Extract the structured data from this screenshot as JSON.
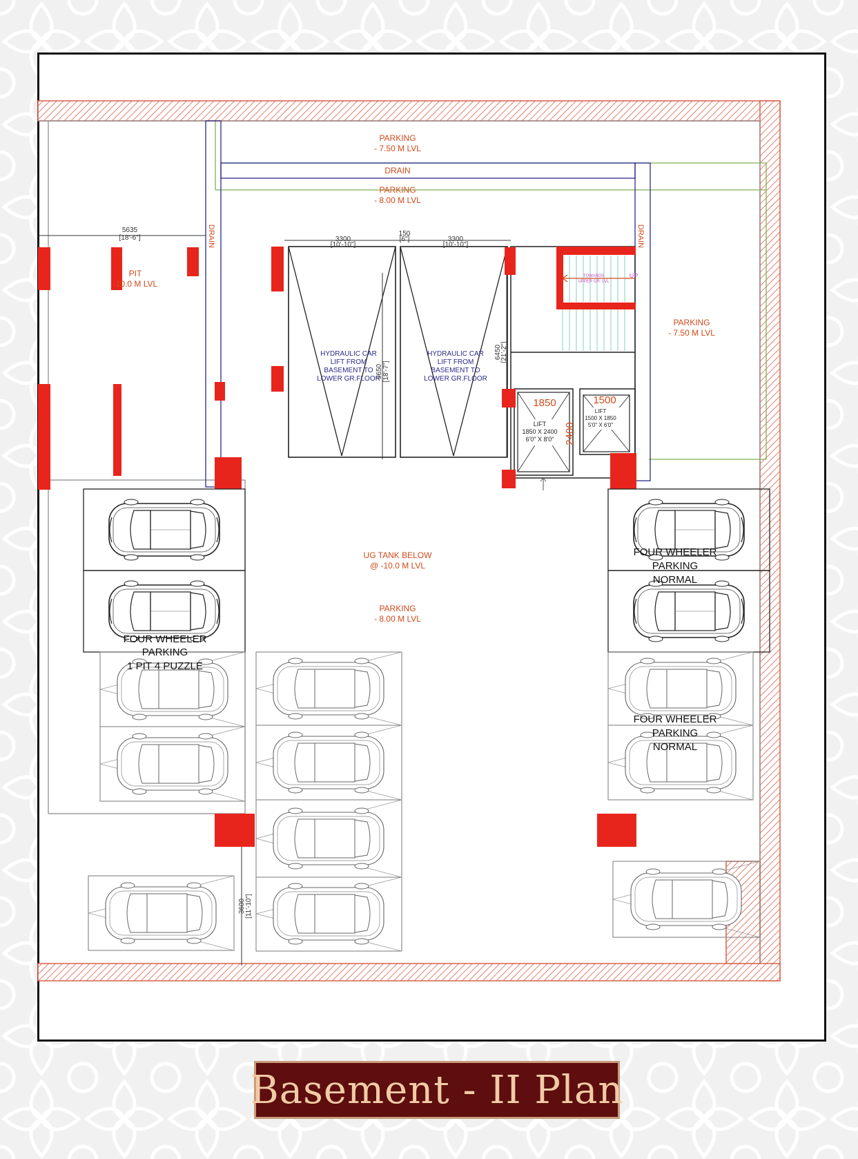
{
  "title": "Basement - II Plan",
  "colors": {
    "brand_maroon": "#5e0e0e",
    "title_text": "#f1cba6",
    "column_red": "#e8251c",
    "wall_hatch": "#d9604a",
    "label_orange": "#d04a1a",
    "label_navy": "#2a2a8a",
    "dim_pink": "#c050c0",
    "line_green": "#7fb04f"
  },
  "labels": {
    "parking_top": [
      "PARKING",
      "- 7.50 M LVL"
    ],
    "drain_h": "DRAIN",
    "parking_top2": [
      "PARKING",
      "- 8.00 M LVL"
    ],
    "drain_left": "DRAIN",
    "drain_right": "DRAIN",
    "pit": [
      "PIT",
      "-10.0 M LVL"
    ],
    "parking_right": [
      "PARKING",
      "- 7.50 M LVL"
    ],
    "hyd_lift_1": [
      "HYDRAULIC CAR",
      "LIFT FROM",
      "BASEMENT TO",
      "LOWER GR.FLOOR"
    ],
    "hyd_lift_2": [
      "HYDRAULIC CAR",
      "LIFT FROM",
      "BASEMENT TO",
      "LOWER GR.FLOOR"
    ],
    "ug_tank": [
      "UG TANK BELOW",
      "@ -10.0 M LVL"
    ],
    "parking_center": [
      "PARKING",
      "- 8.00 M LVL"
    ],
    "puzzle_parking": [
      "FOUR WHEELER",
      "PARKING",
      "1 PIT 4 PUZZLE"
    ],
    "normal_parking_1": [
      "FOUR WHEELER",
      "PARKING",
      "NORMAL"
    ],
    "normal_parking_2": [
      "FOUR WHEELER",
      "PARKING",
      "NORMAL"
    ],
    "stair_towards": [
      "TOWARDS",
      "UPPER GR. LVL"
    ],
    "stair_up": "UP",
    "lift1": [
      "LIFT",
      "1850 X 2400",
      "6'0\" X 8'0\""
    ],
    "lift2": [
      "LIFT",
      "1500 X 1850",
      "5'0\" X 6'0\""
    ],
    "lift1_w": "1850",
    "lift1_h": "2400",
    "lift2_w": "1500"
  },
  "dims": {
    "d5635": [
      "5635",
      "[18'-6\"]"
    ],
    "d3300a": [
      "3300",
      "[10'-10\"]"
    ],
    "d150": [
      "150",
      "[6\"]"
    ],
    "d3300b": [
      "3300",
      "[10'-10\"]"
    ],
    "d5650": [
      "5650",
      "[18'-7\"]"
    ],
    "d6450": [
      "6450",
      "[21'-2\"]"
    ],
    "d3600": [
      "3600",
      "[11'-10\"]"
    ]
  }
}
